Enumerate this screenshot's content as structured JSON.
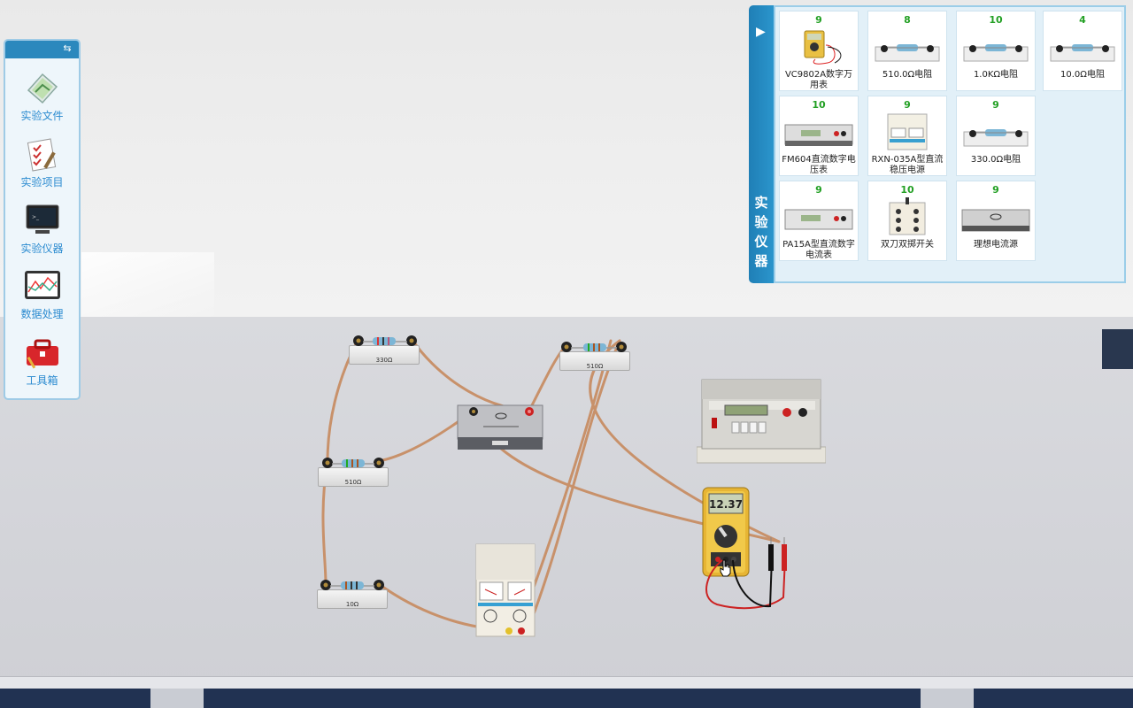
{
  "sidebar": {
    "items": [
      {
        "label": "实验文件",
        "icon": "file-icon"
      },
      {
        "label": "实验项目",
        "icon": "checklist-icon"
      },
      {
        "label": "实验仪器",
        "icon": "monitor-icon"
      },
      {
        "label": "数据处理",
        "icon": "chart-icon"
      },
      {
        "label": "工具箱",
        "icon": "toolbox-icon"
      }
    ]
  },
  "instruments": {
    "title": "实验仪器",
    "items": [
      {
        "count": "9",
        "label": "VC9802A数字万用表"
      },
      {
        "count": "8",
        "label": "510.0Ω电阻"
      },
      {
        "count": "10",
        "label": "1.0KΩ电阻"
      },
      {
        "count": "4",
        "label": "10.0Ω电阻"
      },
      {
        "count": "10",
        "label": "FM604直流数字电压表"
      },
      {
        "count": "9",
        "label": "RXN-035A型直流稳压电源"
      },
      {
        "count": "9",
        "label": "330.0Ω电阻"
      },
      {
        "count": "9",
        "label": "PA15A型直流数字电流表"
      },
      {
        "count": "10",
        "label": "双刀双掷开关"
      },
      {
        "count": "9",
        "label": "理想电流源"
      }
    ]
  },
  "bench": {
    "resistors": [
      {
        "label": "330Ω"
      },
      {
        "label": "510Ω"
      },
      {
        "label": "510Ω"
      },
      {
        "label": "10Ω"
      }
    ],
    "multimeter_reading": "12.37"
  },
  "colors": {
    "accent": "#2b88bd",
    "count_green": "#23a024",
    "wire": "#c8916a"
  }
}
